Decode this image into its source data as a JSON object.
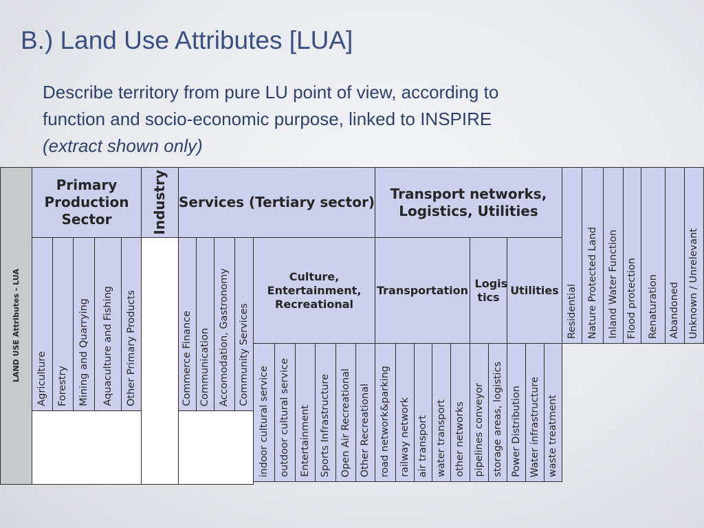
{
  "slide": {
    "title": "B.) Land Use Attributes [LUA]",
    "description_lines": [
      "Describe territory from pure LU point of view, according to",
      "function and socio-economic purpose, linked to INSPIRE"
    ],
    "description_note": "(extract shown only)"
  },
  "table": {
    "side_label": "LAND USE Attributes - LUA",
    "headers": {
      "primary": "Primary Production Sector",
      "industry": "Industry",
      "services": "Services (Tertiary sector)",
      "transport": "Transport networks, Logistics, Utilities"
    },
    "subheaders": {
      "culture": "Culture, Entertainment, Recreational",
      "transportation": "Transportation",
      "logistics": "Logis tics",
      "utilities": "Utilities"
    },
    "primary_categories": [
      "Agriculture",
      "Forestry",
      "Mining and Quarrying",
      "Aquaculture and Fishing",
      "Other Primary Products"
    ],
    "services_categories": [
      "Commerce Finance",
      "Communication",
      "Accomodation, Gastronomy",
      "Community Services"
    ],
    "culture_categories": [
      "indoor cultural service",
      "outdoor cultural service",
      "Entertainment",
      "Sports Infrastructure",
      "Open Air Recreational",
      "Other Recreational"
    ],
    "transportation_categories": [
      "road network&parking",
      "railway network",
      "air transport",
      "water transport",
      "other networks"
    ],
    "logistics_categories": [
      "pipelines conveyor",
      "storage areas, logistics"
    ],
    "utilities_categories": [
      "Power Distribution",
      "Water infrastructure",
      "waste treatment"
    ],
    "other_categories": [
      "Residential",
      "Nature Protected Land",
      "Inland Water Function",
      "Flood protection",
      "Renaturation",
      "Abandoned",
      "Unknown / Unrelevant"
    ]
  }
}
